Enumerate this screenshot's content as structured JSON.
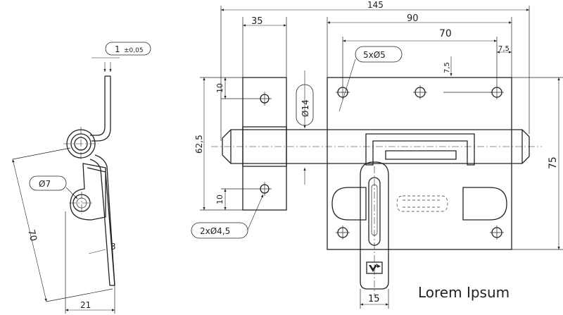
{
  "dimensions": {
    "thickness": "1",
    "thickness_tol": "±0,05",
    "pin_dia": "Ø7",
    "side_len": "70",
    "side_gap": "3",
    "side_width": "21",
    "overall_len": "145",
    "guide_w": "35",
    "plate_w": "90",
    "holes_span": "70",
    "hole_offset_x": "7,5",
    "hole_offset_y": "7,5",
    "holes_spec": "5xØ5",
    "bolt_dia": "Ø14",
    "guide_hole_top": "10",
    "guide_height": "62,5",
    "guide_hole_bottom": "10",
    "guide_holes_spec": "2xØ4,5",
    "plate_height": "75",
    "handle_w": "15"
  },
  "caption": "Lorem Ipsum"
}
